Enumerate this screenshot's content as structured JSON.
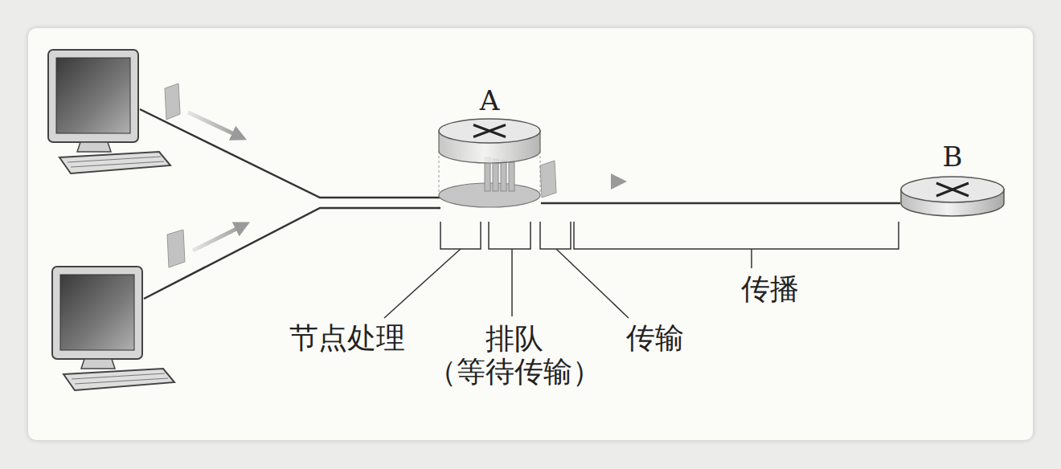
{
  "diagram": {
    "nodes": [
      {
        "text": [
          "A"
        ]
      },
      {
        "text": [
          "B"
        ]
      }
    ],
    "edges": [
      {
        "from": 0,
        "to": 1,
        "arrow": "none"
      }
    ],
    "labels": [
      "节点处理",
      "排队 （等待传输）",
      "传输",
      "传播"
    ]
  }
}
